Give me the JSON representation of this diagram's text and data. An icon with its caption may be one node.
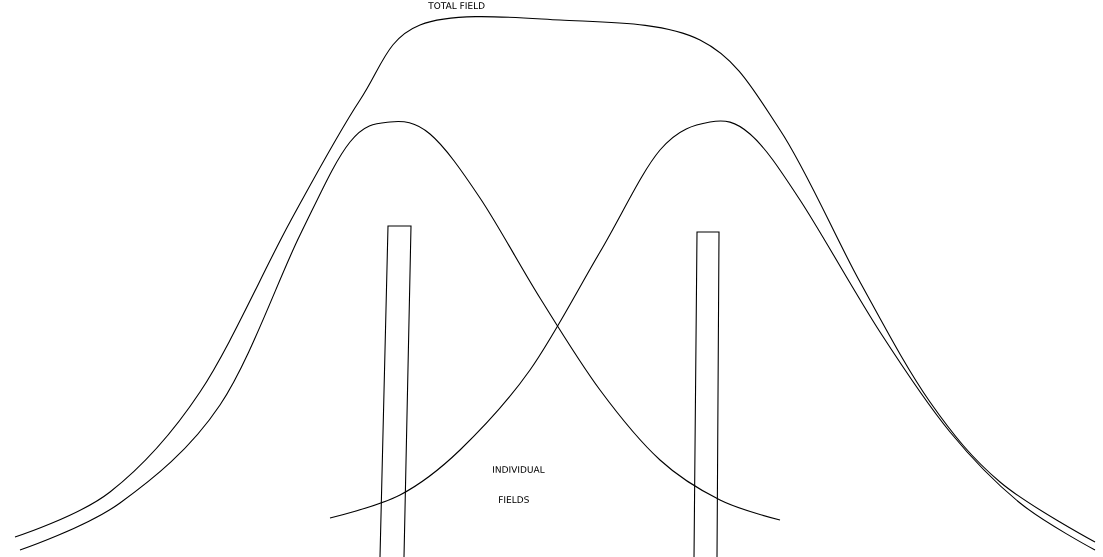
{
  "diagram": {
    "labels": [
      "TOTAL FIELD",
      "INDIVIDUAL",
      "FIELDS"
    ]
  }
}
